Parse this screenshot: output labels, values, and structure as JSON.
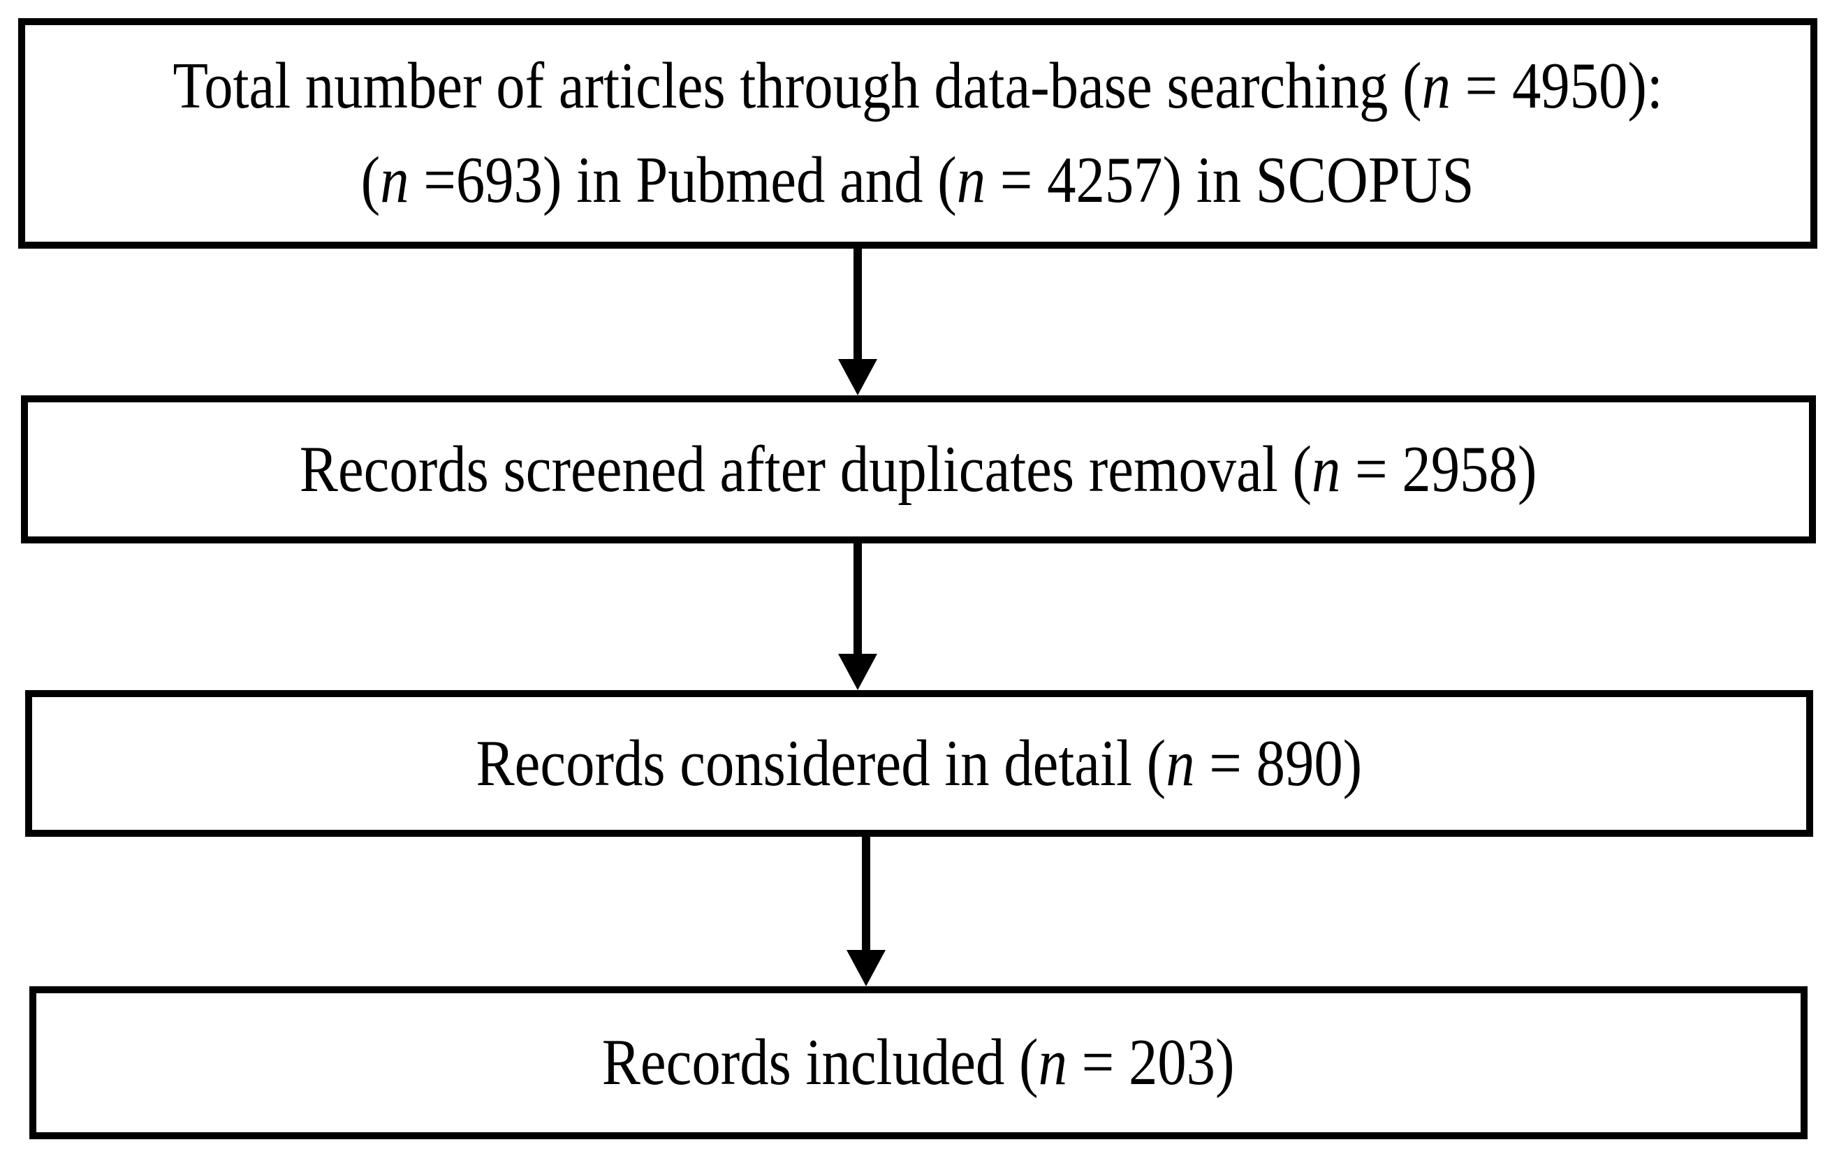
{
  "diagram": {
    "type": "flowchart",
    "ink_color": "#000000",
    "background_color": "#ffffff",
    "boxes": [
      {
        "id": "database-search",
        "n_total": 4950,
        "n_pubmed": 693,
        "n_scopus": 4257,
        "lines": [
          {
            "segments": [
              {
                "text": "Total number of articles through data-base searching ("
              },
              {
                "text": "n",
                "italic": true
              },
              {
                "text": " = 4950):"
              }
            ]
          },
          {
            "segments": [
              {
                "text": "("
              },
              {
                "text": "n",
                "italic": true
              },
              {
                "text": " =693) in Pubmed and ("
              },
              {
                "text": "n",
                "italic": true
              },
              {
                "text": " = 4257) in SCOPUS"
              }
            ]
          }
        ]
      },
      {
        "id": "screened",
        "n": 2958,
        "lines": [
          {
            "segments": [
              {
                "text": "Records screened after duplicates removal ("
              },
              {
                "text": "n",
                "italic": true
              },
              {
                "text": " = 2958)"
              }
            ]
          }
        ]
      },
      {
        "id": "considered",
        "n": 890,
        "lines": [
          {
            "segments": [
              {
                "text": "Records considered in detail ("
              },
              {
                "text": "n",
                "italic": true
              },
              {
                "text": " = 890)"
              }
            ]
          }
        ]
      },
      {
        "id": "included",
        "n": 203,
        "lines": [
          {
            "segments": [
              {
                "text": "Records included ("
              },
              {
                "text": "n",
                "italic": true
              },
              {
                "text": " = 203)"
              }
            ]
          }
        ]
      }
    ],
    "arrows": [
      {
        "from": "database-search",
        "to": "screened"
      },
      {
        "from": "screened",
        "to": "considered"
      },
      {
        "from": "considered",
        "to": "included"
      }
    ]
  }
}
